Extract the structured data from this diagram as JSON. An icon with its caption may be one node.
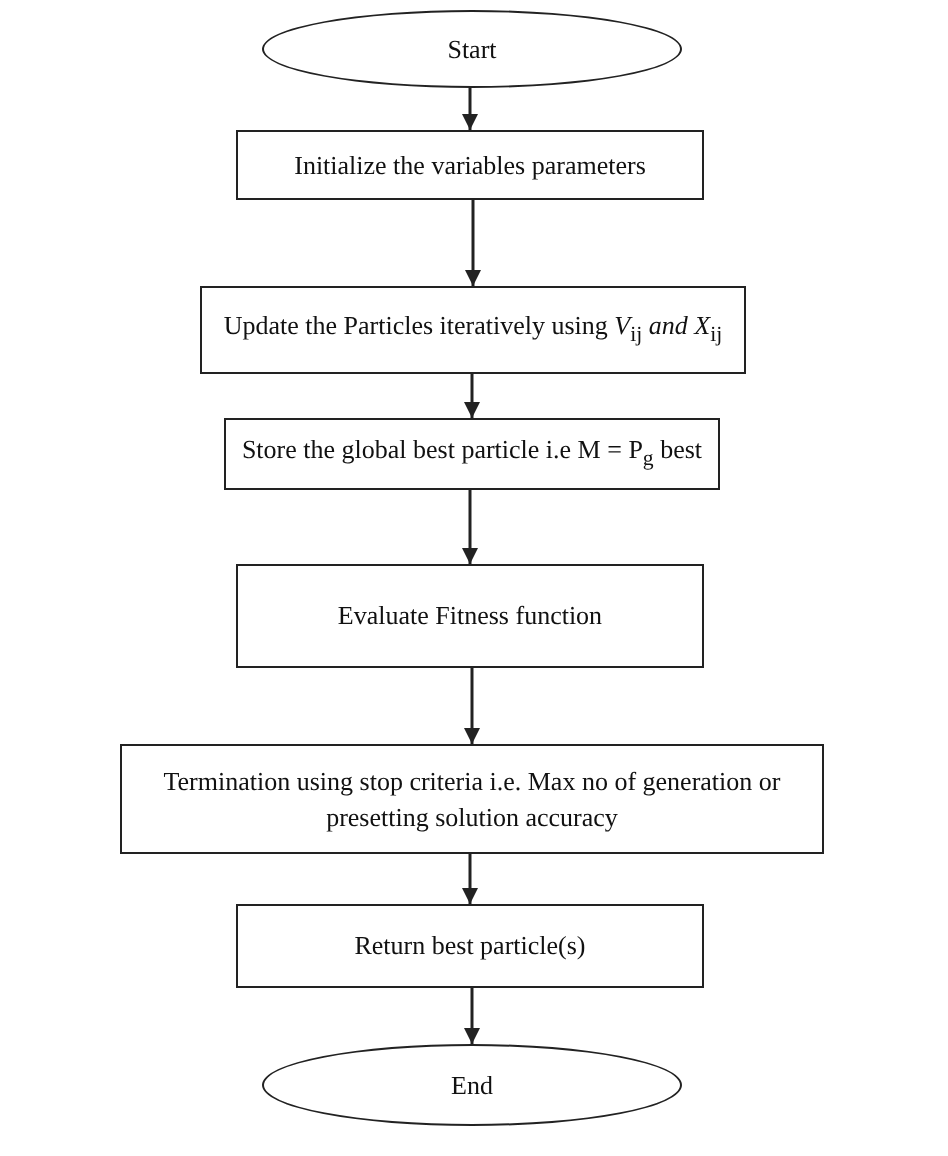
{
  "diagram": {
    "nodes": [
      {
        "text": [
          "Start"
        ]
      },
      {
        "text": [
          "Initialize the variables parameters"
        ]
      },
      {
        "text": [
          "Update the Particles iteratively using *V*$_{ij}$ *and X*$_{ij}$"
        ]
      },
      {
        "text": [
          "Store the global best particle i.e M = P$_{g}$ best"
        ]
      },
      {
        "text": [
          "Evaluate Fitness function"
        ]
      },
      {
        "text": [
          "Termination using stop criteria i.e. Max no of generation or presetting solution accuracy"
        ]
      },
      {
        "text": [
          "Return best particle(s)"
        ]
      },
      {
        "text": [
          "End"
        ]
      }
    ],
    "edges": [
      {
        "from": 0,
        "to": 1,
        "arrow": "to"
      },
      {
        "from": 1,
        "to": 2,
        "arrow": "to"
      },
      {
        "from": 2,
        "to": 3,
        "arrow": "to"
      },
      {
        "from": 3,
        "to": 4,
        "arrow": "to"
      },
      {
        "from": 4,
        "to": 5,
        "arrow": "to"
      },
      {
        "from": 5,
        "to": 6,
        "arrow": "to"
      },
      {
        "from": 6,
        "to": 7,
        "arrow": "to"
      }
    ]
  }
}
